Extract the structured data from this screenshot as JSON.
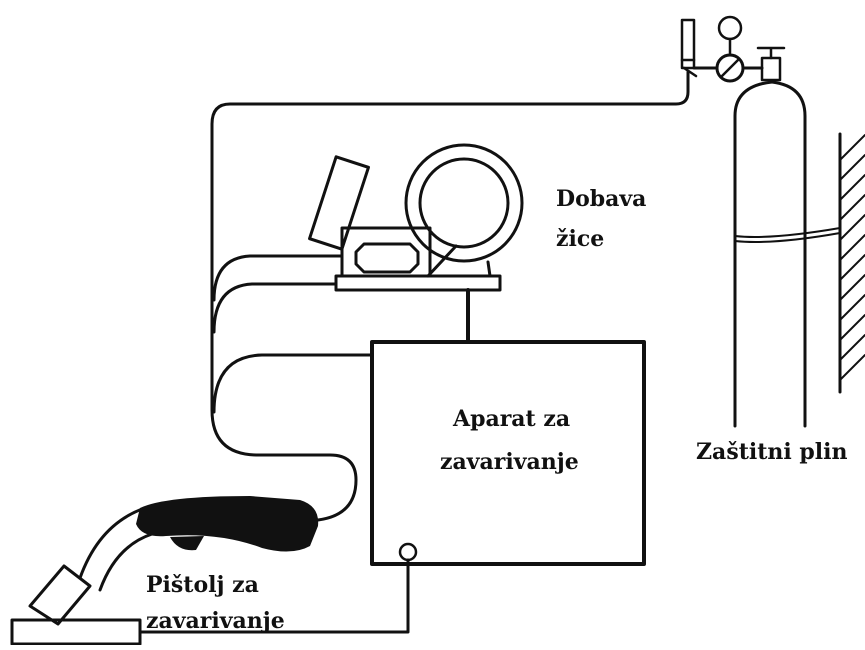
{
  "labels": {
    "wire_feed_line1": "Dobava",
    "wire_feed_line2": "žice",
    "welding_machine_line1": "Aparat za",
    "welding_machine_line2": "zavarivanje",
    "shielding_gas": "Zaštitni plin",
    "gun_line1": "Pištolj za",
    "gun_line2": "zavarivanje"
  },
  "colors": {
    "line": "#111111",
    "background": "#ffffff"
  }
}
